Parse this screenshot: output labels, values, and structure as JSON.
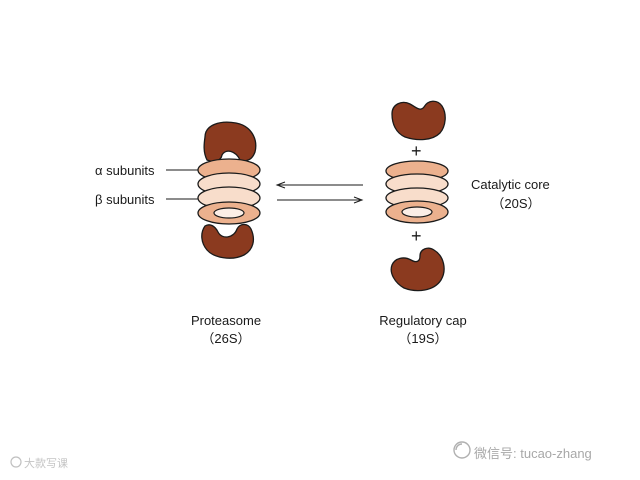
{
  "labels": {
    "alpha_subunits": "α subunits",
    "beta_subunits": "β subunits",
    "catalytic_core": "Catalytic core",
    "catalytic_core_sub": "（20S）",
    "proteasome": "Proteasome",
    "proteasome_sub": "（26S）",
    "regulatory_cap": "Regulatory cap",
    "regulatory_cap_sub": "（19S）",
    "plus_sign": "+"
  },
  "watermark": {
    "wechat_text": "微信号: tucao-zhang",
    "corner_text": "大款写课"
  },
  "colors": {
    "cap": "#8b3a1f",
    "ring_outer": "#ecb18e",
    "ring_inner": "#f8ddcb",
    "ring_center": "#fbeee6",
    "stroke": "#1a1a1a"
  }
}
